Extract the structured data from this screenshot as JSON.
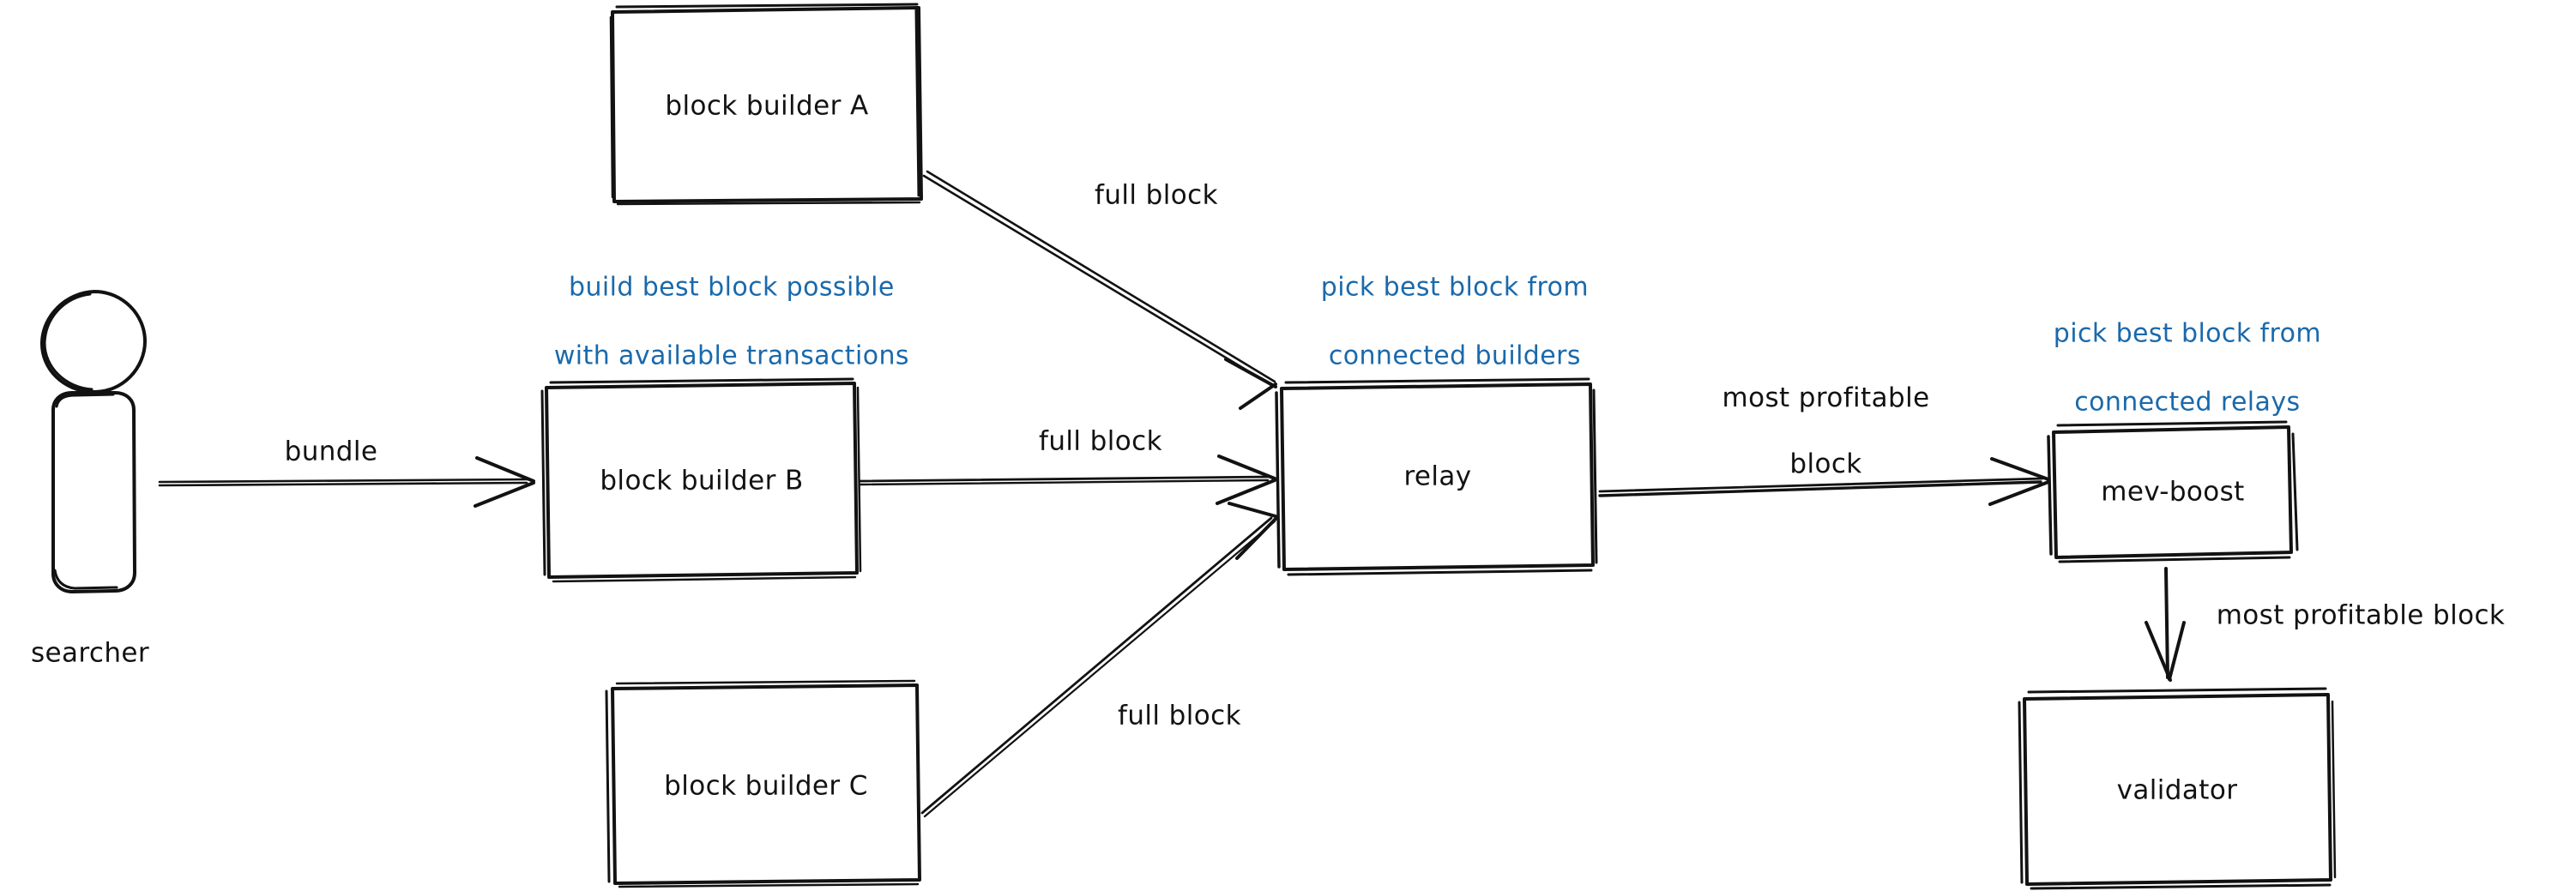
{
  "diagram": {
    "title": "MEV-Boost block supply chain",
    "background_color": "#ffffff",
    "stroke_color": "#121212",
    "note_color": "#1a69ab"
  },
  "actors": [
    {
      "id": "searcher",
      "label": "searcher",
      "shape": "stick-figure"
    }
  ],
  "nodes": [
    {
      "id": "block-builder-a",
      "label": "block builder A",
      "shape": "rectangle"
    },
    {
      "id": "block-builder-b",
      "label": "block builder B",
      "shape": "rectangle"
    },
    {
      "id": "block-builder-c",
      "label": "block builder C",
      "shape": "rectangle"
    },
    {
      "id": "relay",
      "label": "relay",
      "shape": "rectangle"
    },
    {
      "id": "mev-boost",
      "label": "mev-boost",
      "shape": "rectangle"
    },
    {
      "id": "validator",
      "label": "validator",
      "shape": "rectangle"
    }
  ],
  "edges": [
    {
      "id": "searcher-to-builder-b",
      "from": "searcher",
      "to": "block-builder-b",
      "label": "bundle"
    },
    {
      "id": "builder-a-to-relay",
      "from": "block-builder-a",
      "to": "relay",
      "label": "full block"
    },
    {
      "id": "builder-b-to-relay",
      "from": "block-builder-b",
      "to": "relay",
      "label": "full block"
    },
    {
      "id": "builder-c-to-relay",
      "from": "block-builder-c",
      "to": "relay",
      "label": "full block"
    },
    {
      "id": "relay-to-mev-boost",
      "from": "relay",
      "to": "mev-boost",
      "label": "most profitable\nblock"
    },
    {
      "id": "mev-boost-to-validator",
      "from": "mev-boost",
      "to": "validator",
      "label": "most profitable block"
    }
  ],
  "notes": [
    {
      "id": "note-builder",
      "for": "block-builder-b",
      "line1": "build best block possible",
      "line2": "with available transactions"
    },
    {
      "id": "note-relay",
      "for": "relay",
      "line1": "pick best block from",
      "line2": "connected builders"
    },
    {
      "id": "note-mev-boost",
      "for": "mev-boost",
      "line1": "pick best block from",
      "line2": "connected relays"
    }
  ],
  "labels": {
    "searcher": "searcher",
    "block_builder_a": "block builder A",
    "block_builder_b": "block builder B",
    "block_builder_c": "block builder C",
    "relay": "relay",
    "mev_boost": "mev-boost",
    "validator": "validator",
    "bundle": "bundle",
    "full_block_a": "full block",
    "full_block_b": "full block",
    "full_block_c": "full block",
    "most_profitable_block_l1": "most profitable",
    "most_profitable_block_l2": "block",
    "most_profitable_block_single": "most profitable block",
    "note_builder_l1": "build best block possible",
    "note_builder_l2": "with available transactions",
    "note_relay_l1": "pick best block from",
    "note_relay_l2": "connected builders",
    "note_boost_l1": "pick best block from",
    "note_boost_l2": "connected relays"
  }
}
